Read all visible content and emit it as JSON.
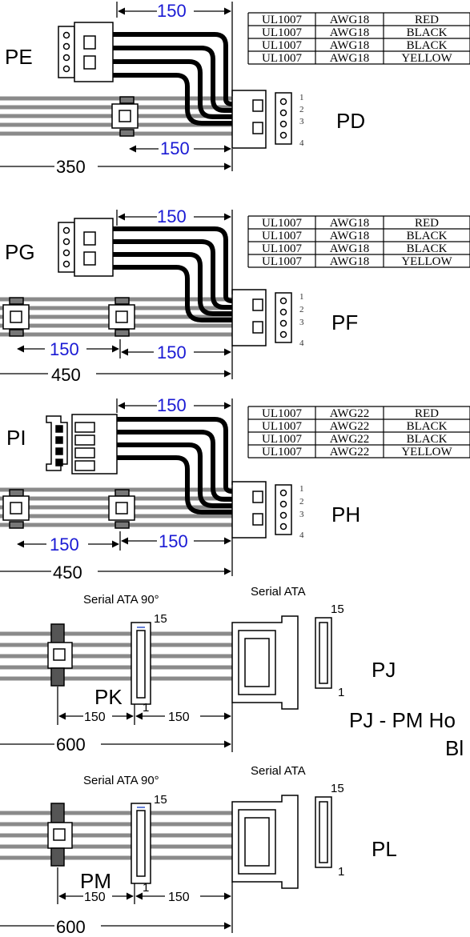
{
  "colors": {
    "wire_black": "#000000",
    "wire_grey": "#8a8a8a",
    "dim_blue": "#1a1ad4",
    "table_line": "#000000"
  },
  "sections": [
    {
      "top_connector": "PE",
      "bottom_connector": "PD",
      "top_dim": "150",
      "inner_dim": "150",
      "total_dim": "350",
      "pins": [
        "1",
        "2",
        "3",
        "4"
      ],
      "table": [
        [
          "UL1007",
          "AWG18",
          "RED"
        ],
        [
          "UL1007",
          "AWG18",
          "BLACK"
        ],
        [
          "UL1007",
          "AWG18",
          "BLACK"
        ],
        [
          "UL1007",
          "AWG18",
          "YELLOW"
        ]
      ]
    },
    {
      "top_connector": "PG",
      "bottom_connector": "PF",
      "top_dim": "150",
      "left_dim": "150",
      "inner_dim": "150",
      "total_dim": "450",
      "pins": [
        "1",
        "2",
        "3",
        "4"
      ],
      "table": [
        [
          "UL1007",
          "AWG18",
          "RED"
        ],
        [
          "UL1007",
          "AWG18",
          "BLACK"
        ],
        [
          "UL1007",
          "AWG18",
          "BLACK"
        ],
        [
          "UL1007",
          "AWG18",
          "YELLOW"
        ]
      ]
    },
    {
      "top_connector": "PI",
      "bottom_connector": "PH",
      "top_dim": "150",
      "left_dim": "150",
      "inner_dim": "150",
      "total_dim": "450",
      "pins": [
        "1",
        "2",
        "3",
        "4"
      ],
      "table": [
        [
          "UL1007",
          "AWG22",
          "RED"
        ],
        [
          "UL1007",
          "AWG22",
          "BLACK"
        ],
        [
          "UL1007",
          "AWG22",
          "BLACK"
        ],
        [
          "UL1007",
          "AWG22",
          "YELLOW"
        ]
      ]
    },
    {
      "mid_connector": "PK",
      "end_connector": "PJ",
      "label_90": "Serial ATA 90°",
      "label_sata": "Serial ATA",
      "pin_top": "15",
      "pin_bottom": "1",
      "dim_a": "150",
      "dim_b": "150",
      "total_dim": "600",
      "note_line1": "PJ - PM Ho",
      "note_line2": "Bl"
    },
    {
      "mid_connector": "PM",
      "end_connector": "PL",
      "label_90": "Serial ATA 90°",
      "label_sata": "Serial ATA",
      "pin_top": "15",
      "pin_bottom": "1",
      "dim_a": "150",
      "dim_b": "150",
      "total_dim": "600"
    }
  ]
}
